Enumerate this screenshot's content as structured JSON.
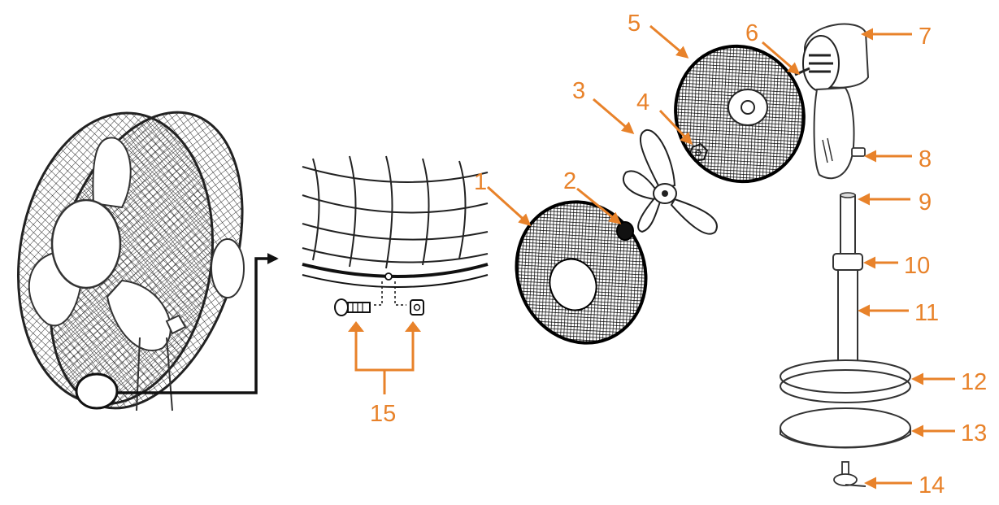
{
  "colors": {
    "accent": "#e8822a",
    "ink": "#111111",
    "outline": "#333333",
    "paper": "#ffffff"
  },
  "diagram": {
    "type": "exploded-parts-diagram",
    "labels": [
      {
        "id": "1",
        "text": "1"
      },
      {
        "id": "2",
        "text": "2"
      },
      {
        "id": "3",
        "text": "3"
      },
      {
        "id": "4",
        "text": "4"
      },
      {
        "id": "5",
        "text": "5"
      },
      {
        "id": "6",
        "text": "6"
      },
      {
        "id": "7",
        "text": "7"
      },
      {
        "id": "8",
        "text": "8"
      },
      {
        "id": "9",
        "text": "9"
      },
      {
        "id": "10",
        "text": "10"
      },
      {
        "id": "11",
        "text": "11"
      },
      {
        "id": "12",
        "text": "12"
      },
      {
        "id": "13",
        "text": "13"
      },
      {
        "id": "14",
        "text": "14"
      },
      {
        "id": "15",
        "text": "15"
      }
    ]
  }
}
